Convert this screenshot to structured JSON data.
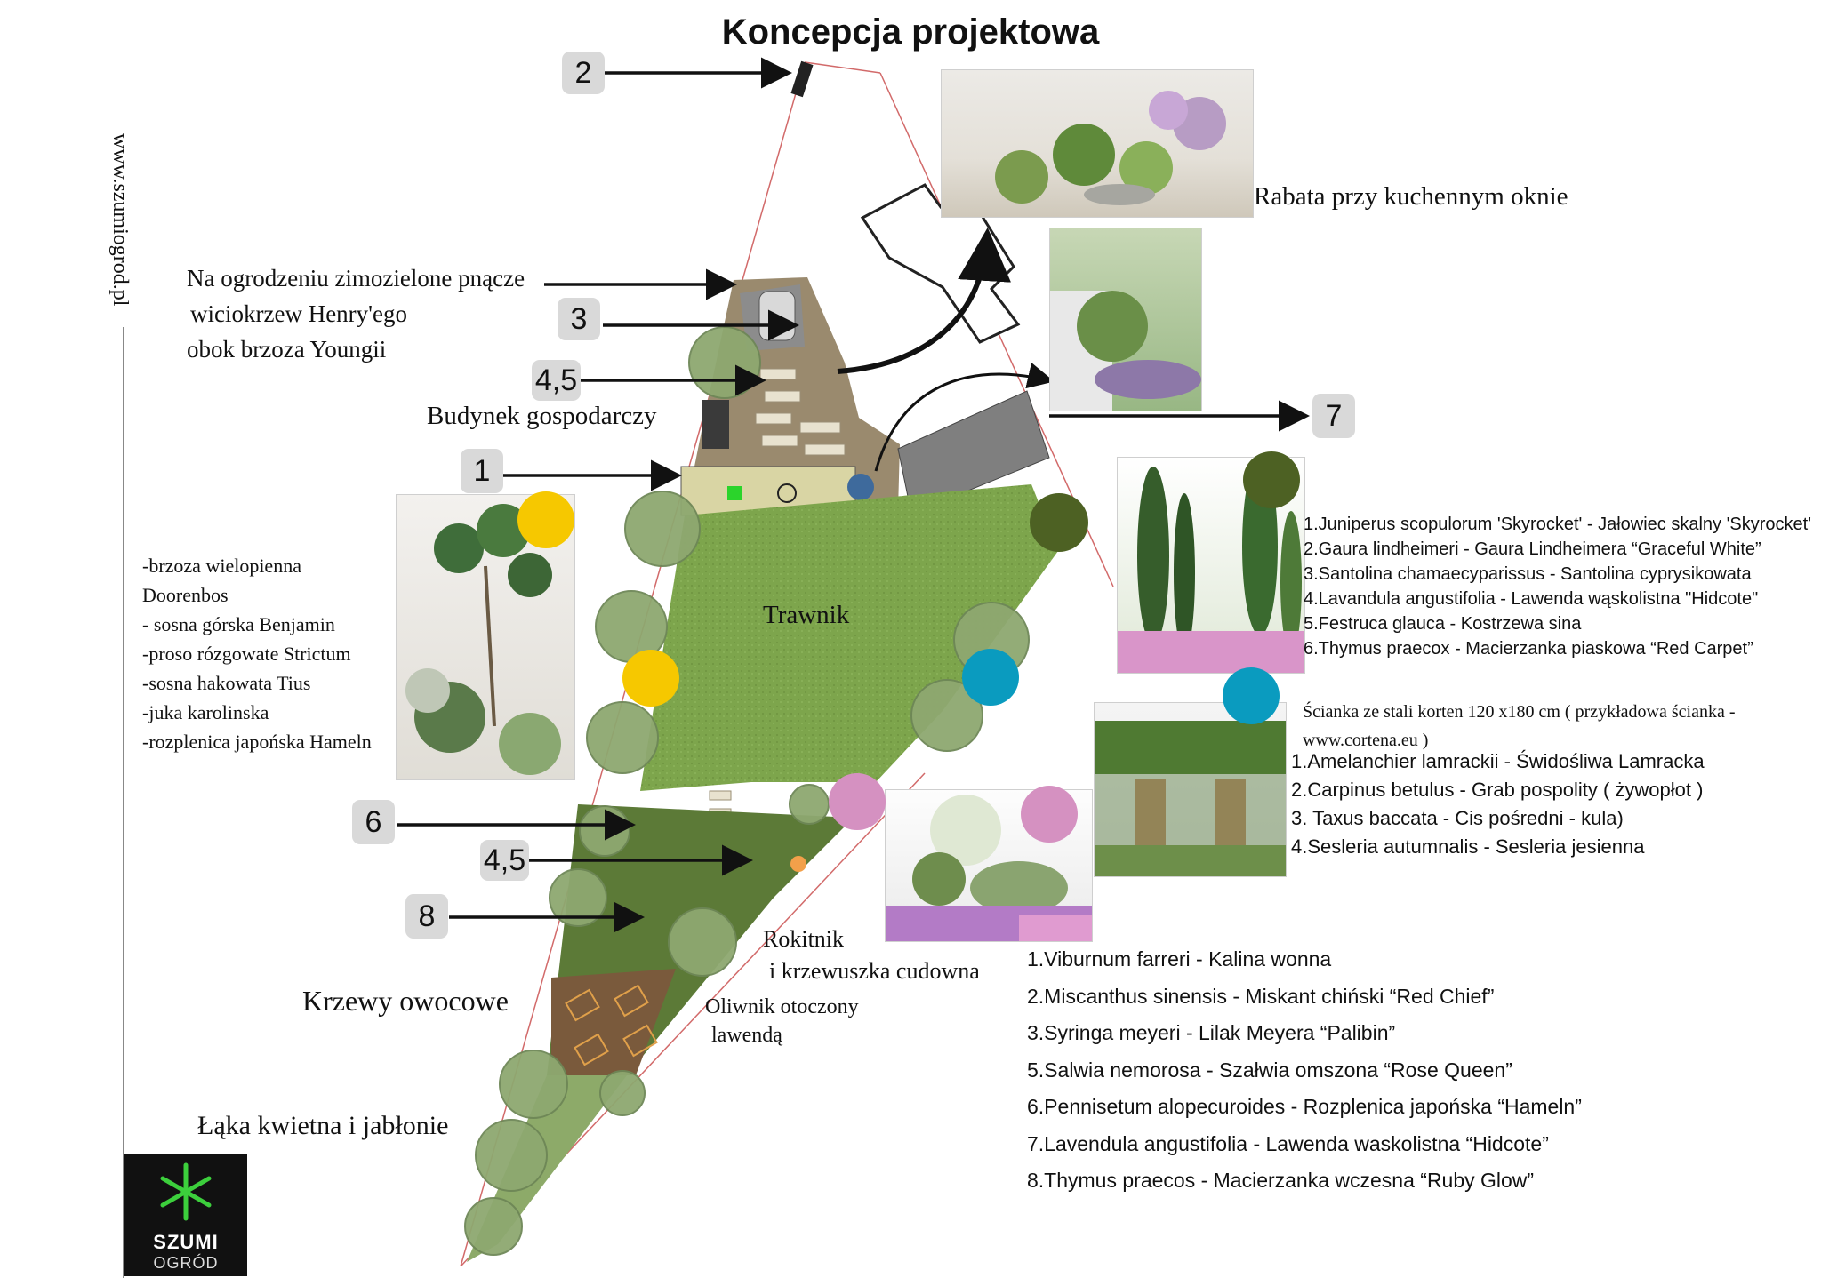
{
  "title": "Koncepcja projektowa",
  "website": "www.szumiogrod.pl",
  "logo": {
    "top": "SZUMI",
    "bottom": "OGRÓD"
  },
  "badges": {
    "b2": "2",
    "b3": "3",
    "b45a": "4,5",
    "b1": "1",
    "b7": "7",
    "b6": "6",
    "b45b": "4,5",
    "b8": "8"
  },
  "labels": {
    "fence_line1": "Na ogrodzeniu zimozielone pnącze",
    "fence_line2": "wiciokrzew Henry'ego",
    "fence_line3": "obok brzoza Youngii",
    "shed": "Budynek gospodarczy",
    "lawn": "Trawnik",
    "kitchen_bed": "Rabata przy kuchennym oknie",
    "fruit": "Krzewy owocowe",
    "meadow": "Łąka kwietna i jabłonie",
    "rokitnik1": "Rokitnik",
    "rokitnik2": "i krzewuszka cudowna",
    "olive1": "Oliwnik otoczony",
    "olive2": "lawendą"
  },
  "yellow_list": [
    "-brzoza wielopienna",
    "Doorenbos",
    "- sosna górska Benjamin",
    "-proso rózgowate Strictum",
    "-sosna hakowata Tius",
    "-juka karolinska",
    "-rozplenica japońska Hameln"
  ],
  "green_list": [
    "1.Juniperus scopulorum 'Skyrocket' - Jałowiec skalny 'Skyrocket'",
    "2.Gaura lindheimeri - Gaura Lindheimera “Graceful White”",
    "3.Santolina chamaecyparissus - Santolina cyprysikowata",
    "4.Lavandula angustifolia - Lawenda wąskolistna \"Hidcote\"",
    "5.Festruca glauca - Kostrzewa sina",
    "6.Thymus praecox - Macierzanka piaskowa “Red Carpet”"
  ],
  "corten_note_line1": "Ścianka ze stali korten 120 x180 cm ( przykładowa ścianka -",
  "corten_note_line2": "www.cortena.eu )",
  "blue_list": [
    "1.Amelanchier lamrackii - Świdośliwa Lamracka",
    "2.Carpinus betulus - Grab pospolity ( żywopłot )",
    "3. Taxus baccata - Cis pośredni - kula)",
    "4.Sesleria autumnalis - Sesleria jesienna"
  ],
  "pink_list": [
    "1.Viburnum farreri - Kalina wonna",
    "2.Miscanthus sinensis - Miskant chiński “Red Chief”",
    "3.Syringa meyeri - Lilak Meyera “Palibin”",
    "5.Salwia nemorosa - Szałwia omszona “Rose Queen”",
    "6.Pennisetum alopecuroides - Rozplenica japońska “Hameln”",
    "7.Lavendula angustifolia - Lawenda waskolistna “Hidcote”",
    "8.Thymus praecos - Macierzanka wczesna “Ruby Glow”"
  ],
  "colors": {
    "yellow": "#f6c800",
    "olive": "#4d6123",
    "teal": "#0a9bbf",
    "pink": "#d591c1",
    "lawn": "#7ea64e",
    "soil": "#7a5a3c",
    "fence": "#d26a6a"
  }
}
